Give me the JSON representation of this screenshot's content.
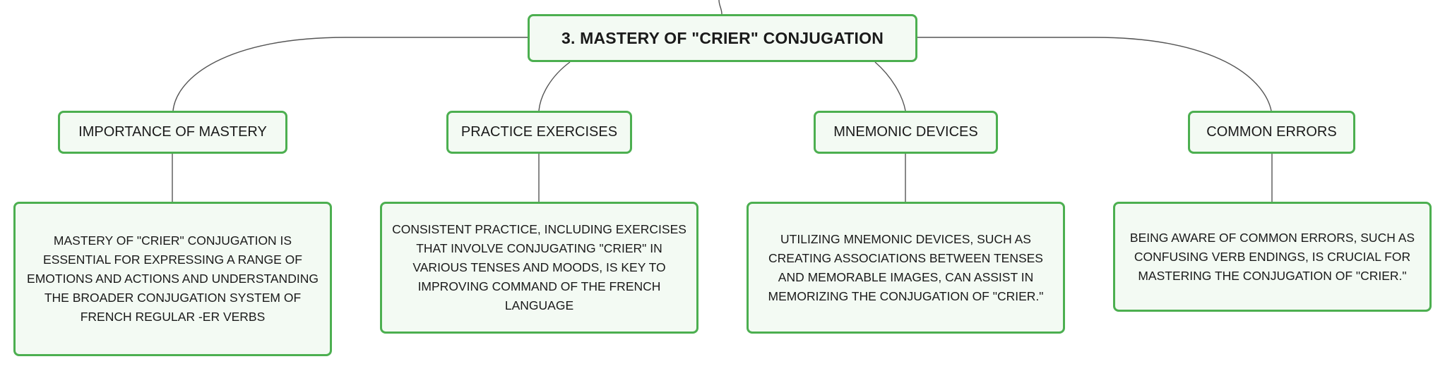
{
  "colors": {
    "node_border": "#4caf50",
    "node_fill": "#f3faf3",
    "connector": "#555555"
  },
  "root": {
    "label": "3. MASTERY OF \"CRIER\" CONJUGATION"
  },
  "branches": [
    {
      "label": "IMPORTANCE OF MASTERY",
      "detail": "MASTERY OF \"CRIER\" CONJUGATION IS ESSENTIAL FOR EXPRESSING A RANGE OF EMOTIONS AND ACTIONS AND UNDERSTANDING THE BROADER CONJUGATION SYSTEM OF FRENCH REGULAR -ER VERBS"
    },
    {
      "label": "PRACTICE EXERCISES",
      "detail": "CONSISTENT PRACTICE, INCLUDING EXERCISES THAT INVOLVE CONJUGATING \"CRIER\" IN VARIOUS TENSES AND MOODS, IS KEY TO IMPROVING COMMAND OF THE FRENCH LANGUAGE"
    },
    {
      "label": "MNEMONIC DEVICES",
      "detail": "UTILIZING MNEMONIC DEVICES, SUCH AS CREATING ASSOCIATIONS BETWEEN TENSES AND MEMORABLE IMAGES, CAN ASSIST IN MEMORIZING THE CONJUGATION OF \"CRIER.\""
    },
    {
      "label": "COMMON ERRORS",
      "detail": "BEING AWARE OF COMMON ERRORS, SUCH AS CONFUSING VERB ENDINGS, IS CRUCIAL FOR MASTERING THE CONJUGATION OF \"CRIER.\""
    }
  ]
}
